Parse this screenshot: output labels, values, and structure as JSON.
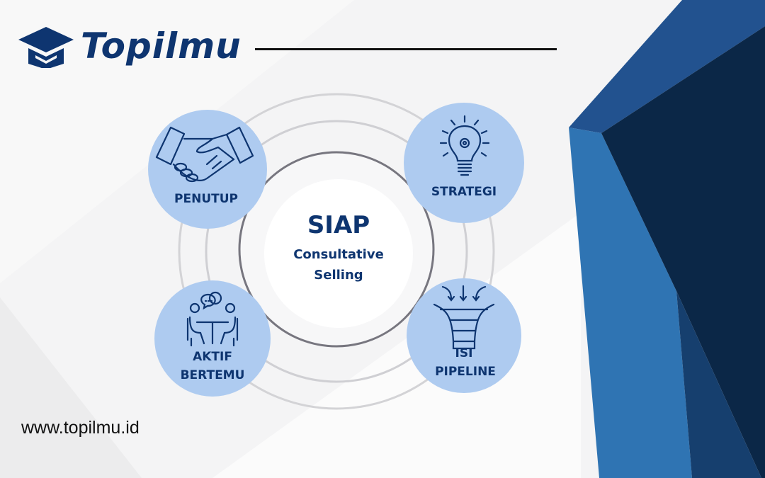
{
  "brand": {
    "name": "Topilmu",
    "url": "www.topilmu.id"
  },
  "colors": {
    "navy": "#0e3570",
    "circle_fill": "#aecbf0",
    "blue_mid": "#22528f",
    "blue_light": "#2f74b3",
    "blue_dark": "#0b2747",
    "blue_deep": "#163f6e"
  },
  "center": {
    "title": "SIAP",
    "subtitle_line1": "Consultative",
    "subtitle_line2": "Selling"
  },
  "nodes": [
    {
      "label": "PENUTUP",
      "icon": "handshake-icon"
    },
    {
      "label": "STRATEGI",
      "icon": "lightbulb-gear-icon"
    },
    {
      "label_line1": "AKTIF",
      "label_line2": "BERTEMU",
      "icon": "meeting-icon"
    },
    {
      "label_line1": "ISI",
      "label_line2": "PIPELINE",
      "icon": "funnel-icon"
    }
  ]
}
